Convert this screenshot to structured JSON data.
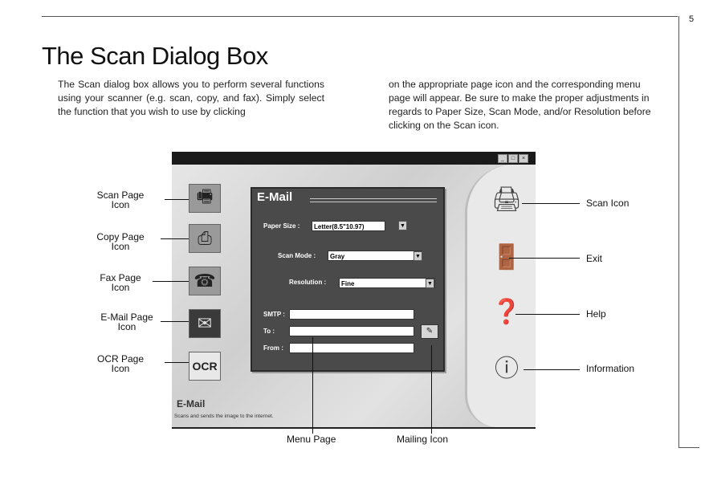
{
  "page_number": "5",
  "title": "The Scan Dialog Box",
  "paragraph_left": "The Scan dialog box allows you to perform several functions using your scanner (e.g. scan, copy, and fax). Simply select the function that you wish to use by clicking",
  "paragraph_right": "on the appropriate page icon and the corresponding menu page will appear. Be sure to make the proper adjustments in regards to Paper Size, Scan Mode, and/or Resolution before clicking on the Scan icon.",
  "dialog": {
    "panel_title": "E-Mail",
    "paper_size_label": "Paper Size :",
    "paper_size_value": "Letter(8.5\"10.97)",
    "scan_mode_label": "Scan Mode :",
    "scan_mode_value": "Gray",
    "resolution_label": "Resolution :",
    "resolution_value": "Fine",
    "smtp_label": "SMTP :",
    "to_label": "To :",
    "from_label": "From :",
    "smtp_value": "",
    "to_value": "",
    "from_value": "",
    "bottom_name": "E-Mail",
    "bottom_desc": "Scans and sends the image to the internet."
  },
  "callouts": {
    "scan_page_icon": [
      "Scan Page",
      "Icon"
    ],
    "copy_page_icon": [
      "Copy Page",
      "Icon"
    ],
    "fax_page_icon": [
      "Fax Page",
      "Icon"
    ],
    "email_page_icon": [
      "E-Mail Page",
      "Icon"
    ],
    "ocr_page_icon": [
      "OCR Page",
      "Icon"
    ],
    "scan_icon": "Scan Icon",
    "exit": "Exit",
    "help": "Help",
    "information": "Information",
    "menu_page": "Menu Page",
    "mailing_icon": "Mailing Icon"
  }
}
